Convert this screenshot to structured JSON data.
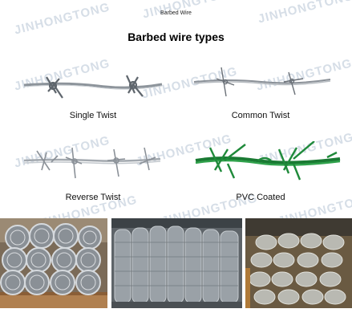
{
  "watermark": "JINHONGTONG",
  "header": {
    "subtitle": "Barbed Wire",
    "title": "Barbed wire types"
  },
  "types": [
    {
      "label": "Single Twist"
    },
    {
      "label": "Common Twist"
    },
    {
      "label": "Reverse Twist"
    },
    {
      "label": "PVC Coated"
    }
  ],
  "colors": {
    "galvanized": "#9aa0a6",
    "pvc_green": "#1f8a3a",
    "watermark": "#c9d3df"
  },
  "photos": [
    {
      "name": "wire-coils-on-pallet-photo"
    },
    {
      "name": "wire-coils-stacked-photo"
    },
    {
      "name": "wire-coils-warehouse-photo"
    }
  ]
}
